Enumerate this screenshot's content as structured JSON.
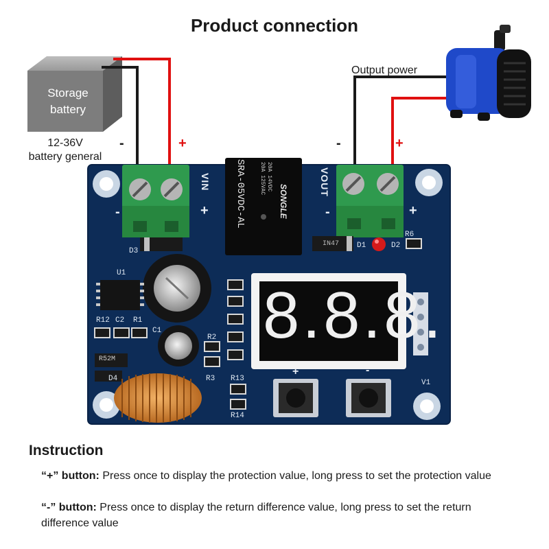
{
  "title": "Product connection",
  "battery": {
    "label_line1": "Storage",
    "label_line2": "battery",
    "spec_line1": "12-36V",
    "spec_line2": "battery general"
  },
  "output_label": "Output power",
  "terminal_signs": {
    "input_minus": "-",
    "input_plus": "+",
    "output_minus": "-",
    "output_plus": "+"
  },
  "pcb": {
    "vin_label": "VIN",
    "vout_label": "VOUT",
    "vin_minus": "-",
    "vin_plus": "+",
    "vout_minus": "-",
    "vout_plus": "+",
    "button_plus": "+",
    "button_minus": "-",
    "relay_model": "SRA-05VDC-AL",
    "relay_brand": "SONGLE",
    "relay_rating1": "20A 14VDC",
    "relay_rating2": "20A 125VAC",
    "display_digits": "8.8.8.",
    "component_labels": [
      "D3",
      "U1",
      "R12",
      "C2",
      "R1",
      "C1",
      "R2",
      "R3",
      "R13",
      "R14",
      "D1",
      "D2",
      "R6",
      "D4",
      "V1",
      "R52M",
      "IN47"
    ]
  },
  "instruction": {
    "heading": "Instruction",
    "items": [
      {
        "key": "“+” button:",
        "text": " Press once to display the protection value, long press to set the protection value"
      },
      {
        "key": "“-” button:",
        "text": " Press once to display the return difference value, long press to set the return difference value"
      }
    ]
  },
  "colors": {
    "wire_positive": "#e01010",
    "wire_negative": "#1a1a1a",
    "pcb": "#0d2c57",
    "terminal": "#2f9a4e",
    "battery": "#7d7d7d",
    "pump": "#1f49c9"
  }
}
